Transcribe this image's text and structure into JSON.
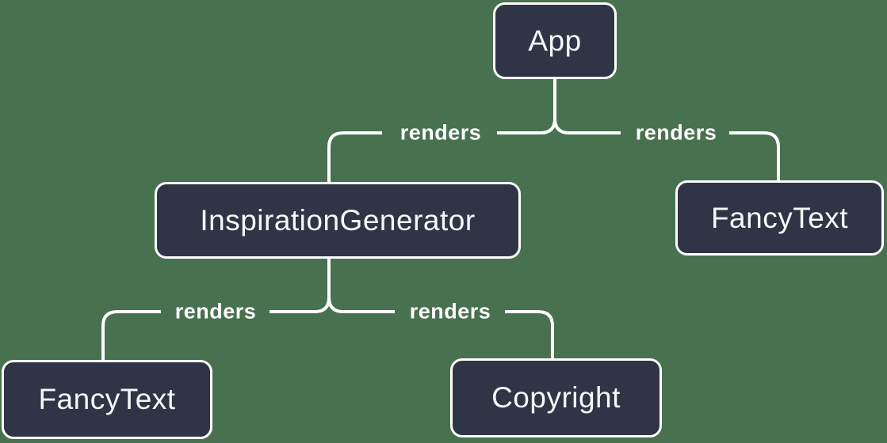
{
  "diagram": {
    "type": "component-render-tree",
    "colors": {
      "background": "#48714F",
      "node_fill": "#2F3546",
      "node_border": "#FFFFFF",
      "line": "#FFFFFF",
      "text": "#F6F7F9"
    },
    "nodes": [
      {
        "id": "app",
        "label": "App"
      },
      {
        "id": "inspiration-generator",
        "label": "InspirationGenerator"
      },
      {
        "id": "fancy-text-right",
        "label": "FancyText"
      },
      {
        "id": "fancy-text-left",
        "label": "FancyText"
      },
      {
        "id": "copyright",
        "label": "Copyright"
      }
    ],
    "edges": [
      {
        "from": "App",
        "to": "InspirationGenerator",
        "label": "renders"
      },
      {
        "from": "App",
        "to": "FancyText",
        "label": "renders"
      },
      {
        "from": "InspirationGenerator",
        "to": "FancyText",
        "label": "renders"
      },
      {
        "from": "InspirationGenerator",
        "to": "Copyright",
        "label": "renders"
      }
    ]
  }
}
